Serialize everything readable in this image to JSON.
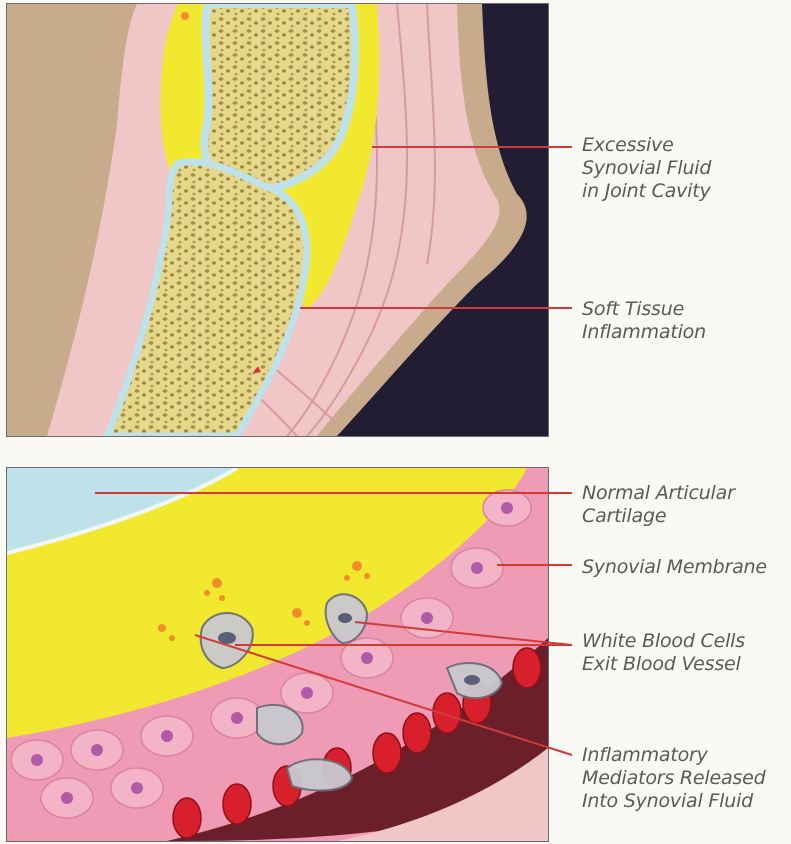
{
  "colors": {
    "background": "#fbf9f6",
    "leader_line": "#d23a3a",
    "label_text": "#5a5a5a",
    "synovial_fluid": "#f2e830",
    "bone": "#e8db8a",
    "cartilage": "#bfe2ea",
    "soft_tissue": "#f0bcc0",
    "dark_background": "#231d33"
  },
  "top_panel": {
    "labels": {
      "fluid": [
        "Excessive",
        "Synovial Fluid",
        "in Joint Cavity"
      ],
      "soft_tissue": [
        "Soft Tissue",
        "Inflammation"
      ]
    }
  },
  "bottom_panel": {
    "labels": {
      "cartilage": [
        "Normal Articular",
        "Cartilage"
      ],
      "membrane": [
        "Synovial Membrane"
      ],
      "wbc": [
        "White Blood Cells",
        "Exit Blood Vessel"
      ],
      "mediators": [
        "Inflammatory",
        "Mediators Released",
        "Into Synovial Fluid"
      ]
    }
  }
}
